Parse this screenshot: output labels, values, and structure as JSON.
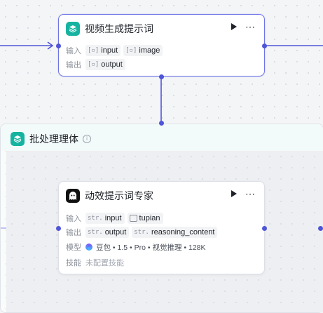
{
  "nodes": {
    "video_prompt": {
      "title": "视频生成提示词",
      "input_label": "输入",
      "output_label": "输出",
      "inputs": [
        "input",
        "image"
      ],
      "outputs": [
        "output"
      ]
    },
    "batch": {
      "title": "批处理理体",
      "info_glyph": "i"
    },
    "motion_expert": {
      "title": "动效提示词专家",
      "input_label": "输入",
      "output_label": "输出",
      "model_label": "模型",
      "skills_label": "技能",
      "str_tag": "str.",
      "inputs": [
        "input",
        "tupian"
      ],
      "outputs": [
        "output",
        "reasoning_content"
      ],
      "model": "豆包 • 1.5 • Pro • 视觉推理 • 128K",
      "skills": "未配置技能"
    }
  },
  "colors": {
    "edge": "#4f55d9",
    "accent_teal": "#16b3a0",
    "selected_border": "#6f74e6"
  },
  "icons": [
    "layers-icon",
    "play-icon",
    "more-icon",
    "info-icon",
    "ghost-icon",
    "image-icon",
    "array-icon",
    "string-icon",
    "doubao-icon"
  ]
}
